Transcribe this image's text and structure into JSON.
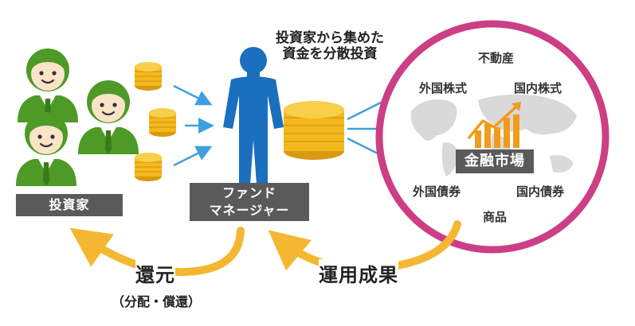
{
  "labels": {
    "investors": "投資家",
    "fund_manager_line1": "ファンド",
    "fund_manager_line2": "マネージャー",
    "diversified_line1": "投資家から集めた",
    "diversified_line2": "資金を分散投資",
    "market_title": "金融市場",
    "return_flow": "還元",
    "return_sub": "（分配・償還）",
    "performance_flow": "運用成果"
  },
  "market_items": {
    "real_estate": "不動産",
    "foreign_stocks": "外国株式",
    "domestic_stocks": "国内株式",
    "foreign_bonds": "外国債券",
    "domestic_bonds": "国内債券",
    "commodities": "商品"
  },
  "colors": {
    "investor_green": "#4e9a26",
    "manager_blue": "#1a6fbe",
    "coin_gold": "#f2b81e",
    "arrow_blue": "#3fa0e0",
    "flow_arrow_yellow": "#f5b731",
    "market_circle": "#cc3f84",
    "label_dark": "#5a5a5a",
    "chart_orange": "#f29b1a"
  },
  "icons": [
    "investor-icon",
    "coin-stack-icon",
    "businessman-icon",
    "world-map-icon",
    "growth-chart-icon"
  ]
}
